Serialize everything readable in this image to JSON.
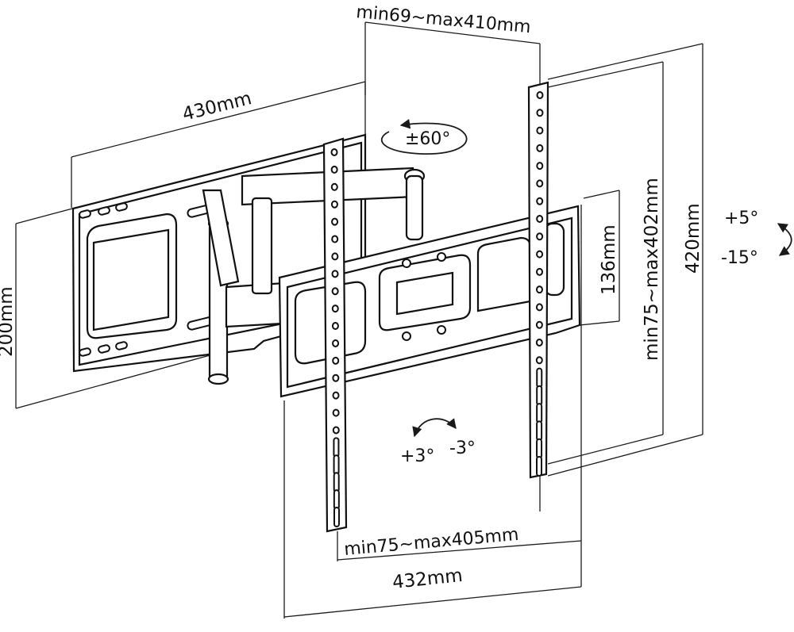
{
  "dimensions": {
    "vesa_height_range": "min69~max410mm",
    "wall_plate_width": "430mm",
    "wall_plate_height": "200mm",
    "swivel": "±60°",
    "tilt_up": "+5°",
    "tilt_down": "-15°",
    "bracket_height": "420mm",
    "vesa_vertical_range": "min75~max402mm",
    "arm_plate_height": "136mm",
    "level_plus": "+3°",
    "level_minus": "-3°",
    "vesa_horizontal_range": "min75~max405mm",
    "tv_plate_width": "432mm"
  },
  "colors": {
    "line": "#1a1a1a",
    "background": "#ffffff"
  }
}
